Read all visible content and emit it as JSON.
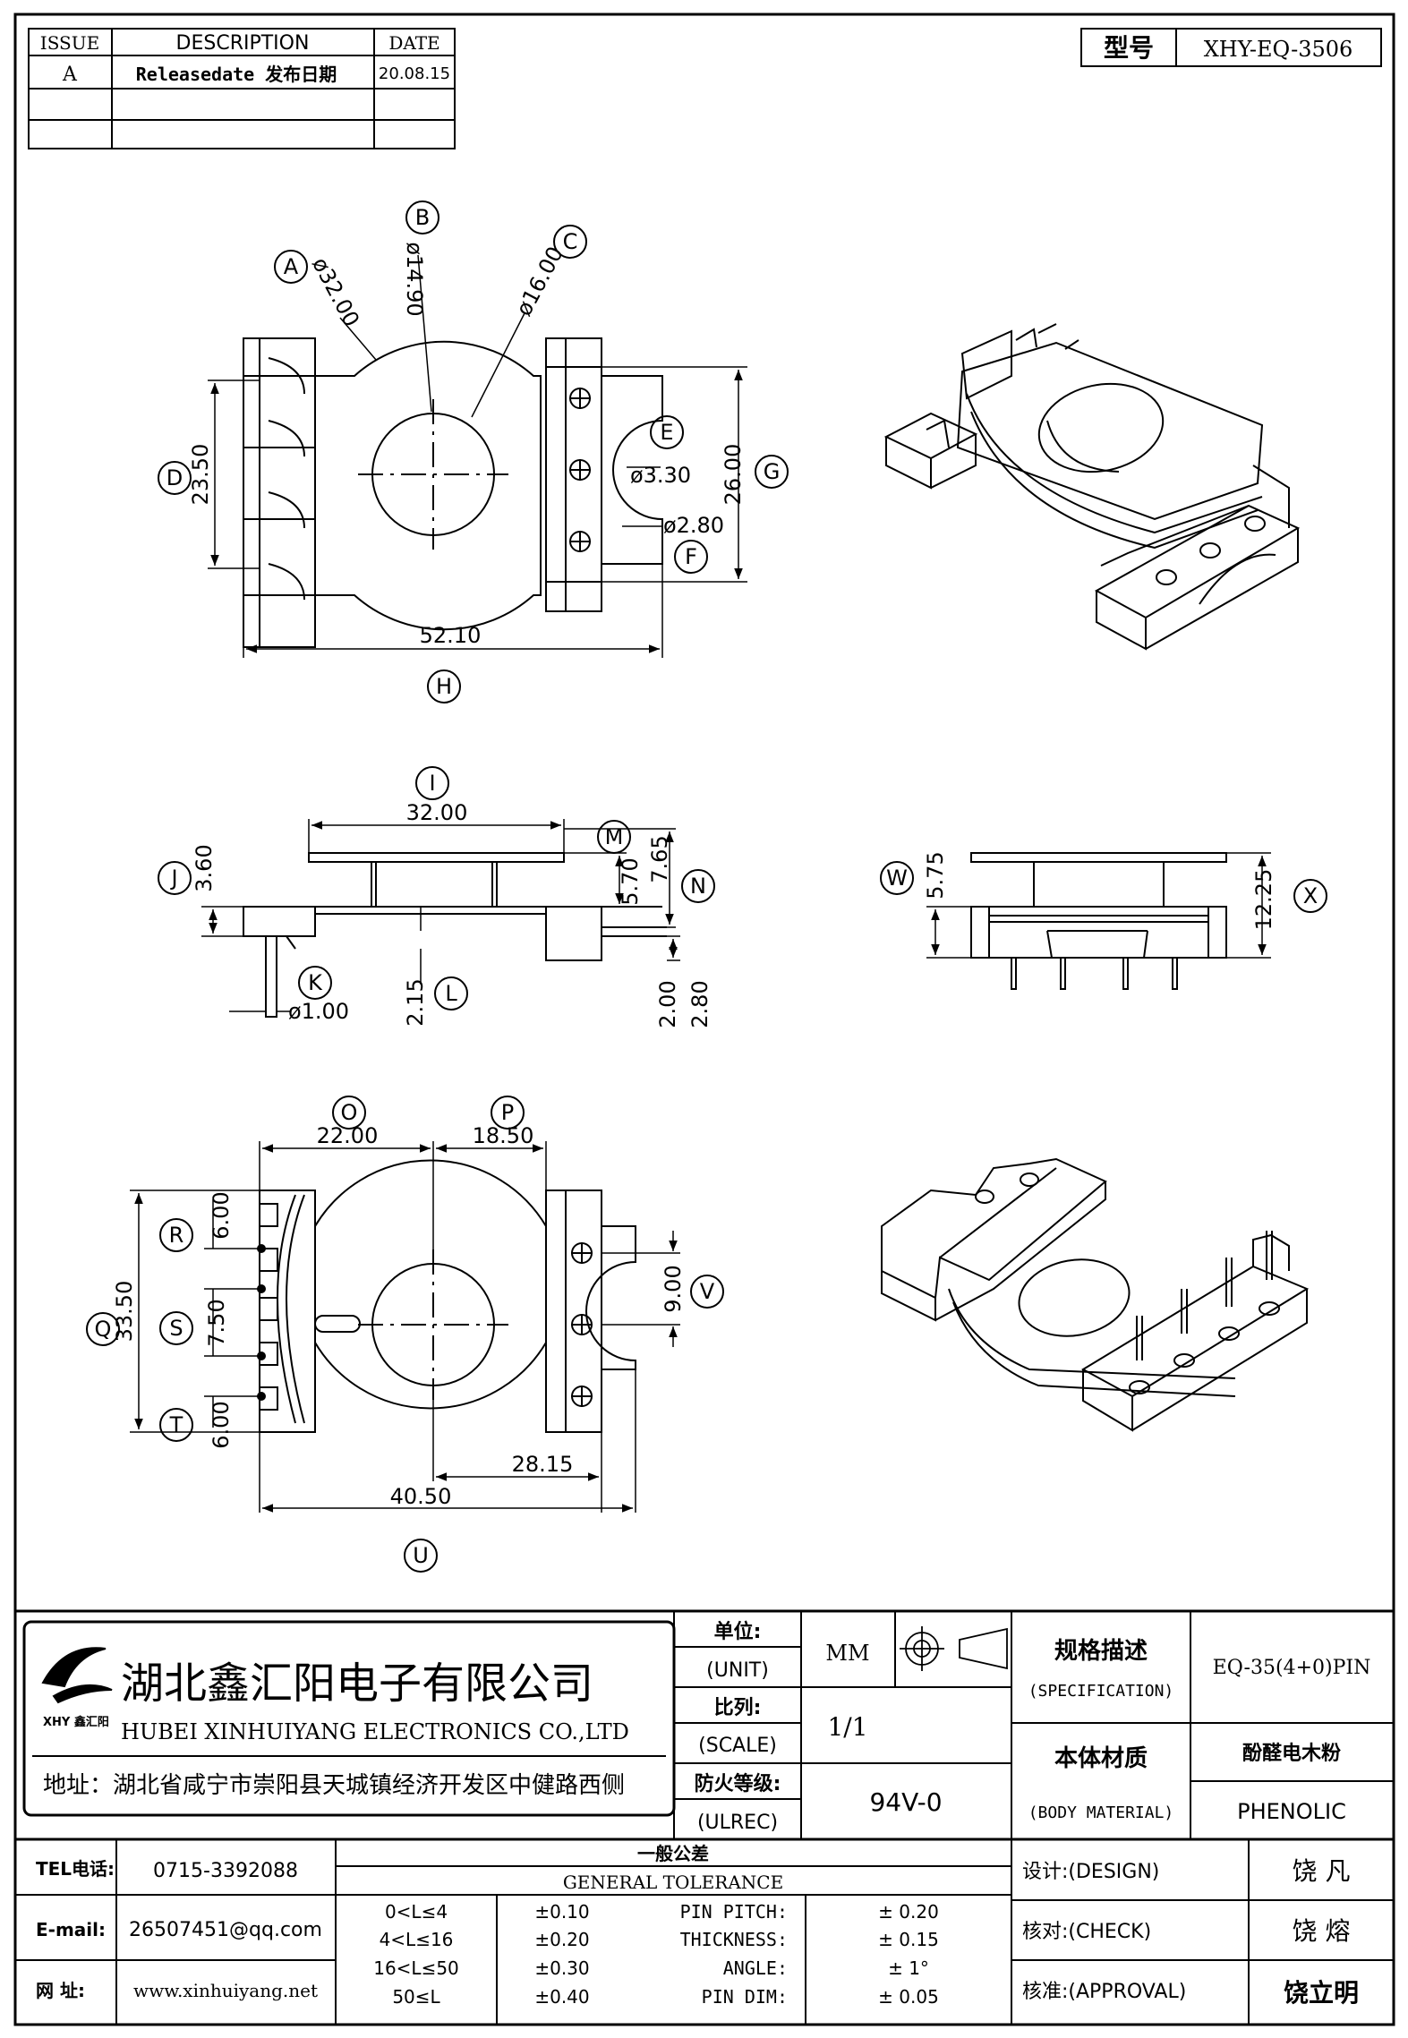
{
  "revision_table": {
    "headers": {
      "issue": "ISSUE",
      "description": "DESCRIPTION",
      "date": "DATE"
    },
    "rows": [
      {
        "issue": "A",
        "description": "Releasedate 发布日期",
        "date": "20.08.15"
      },
      {
        "issue": "",
        "description": "",
        "date": ""
      }
    ]
  },
  "model": {
    "label": "型号",
    "value": "XHY-EQ-3506"
  },
  "views": {
    "top": {
      "callouts": {
        "A": "A",
        "B": "B",
        "C": "C",
        "D": "D",
        "E": "E",
        "F": "F",
        "G": "G",
        "H": "H"
      },
      "dims": {
        "A": "ø32.00",
        "B": "ø14.90",
        "C": "ø16.00",
        "D": "23.50",
        "E": "ø3.30",
        "F": "ø2.80",
        "G": "26.00",
        "H": "52.10"
      }
    },
    "side": {
      "callouts": {
        "I": "I",
        "J": "J",
        "K": "K",
        "L": "L",
        "M": "M",
        "N": "N"
      },
      "dims": {
        "I": "32.00",
        "J": "3.60",
        "K": "ø1.00",
        "L": "2.15",
        "M": "5.70",
        "N": "7.65",
        "pin_a": "2.00",
        "pin_b": "2.80"
      }
    },
    "end": {
      "callouts": {
        "W": "W",
        "X": "X"
      },
      "dims": {
        "W": "5.75",
        "X": "12.25"
      }
    },
    "bottom": {
      "callouts": {
        "O": "O",
        "P": "P",
        "Q": "Q",
        "R": "R",
        "S": "S",
        "T": "T",
        "U": "U",
        "V": "V"
      },
      "dims": {
        "O": "22.00",
        "P": "18.50",
        "Q": "33.50",
        "R": "6.00",
        "S": "7.50",
        "T": "6.00",
        "U": "40.50",
        "V": "9.00",
        "inner": "28.15"
      }
    }
  },
  "title_block": {
    "company_cn": "湖北鑫汇阳电子有限公司",
    "company_en": "HUBEI XINHUIYANG ELECTRONICS CO.,LTD",
    "logo_text": "XHY 鑫汇阳",
    "address": "地址：湖北省咸宁市崇阳县天城镇经济开发区中健路西侧",
    "unit_cn": "单位:",
    "unit_en": "(UNIT)",
    "unit_value": "MM",
    "scale_cn": "比列:",
    "scale_en": "(SCALE)",
    "scale_value": "1/1",
    "fire_cn": "防火等级:",
    "fire_en": "(ULREC)",
    "fire_value": "94V-0",
    "spec_cn": "规格描述",
    "spec_en": "(SPECIFICATION)",
    "spec_value": "EQ-35(4+0)PIN",
    "material_cn": "本体材质",
    "material_en": "(BODY MATERIAL)",
    "material_value_cn": "酚醛电木粉",
    "material_value_en": "PHENOLIC",
    "tel_label": "TEL电话:",
    "tel": "0715-3392088",
    "email_label": "E-mail:",
    "email": "26507451@qq.com",
    "web_label": "网 址:",
    "web": "www.xinhuiyang.net",
    "tolerance_cn": "一般公差",
    "tolerance_en": "GENERAL TOLERANCE",
    "tolerances": [
      {
        "range": "0<L≤4",
        "value": "±0.10",
        "item": "PIN PITCH:",
        "tol": "± 0.20"
      },
      {
        "range": "4<L≤16",
        "value": "±0.20",
        "item": "THICKNESS:",
        "tol": "± 0.15"
      },
      {
        "range": "16<L≤50",
        "value": "±0.30",
        "item": "ANGLE:",
        "tol": "± 1°"
      },
      {
        "range": "50≤L",
        "value": "±0.40",
        "item": "PIN DIM:",
        "tol": "± 0.05"
      }
    ],
    "design_label": "设计:(DESIGN)",
    "design_name": "饶  凡",
    "check_label": "核对:(CHECK)",
    "check_name": "饶  熔",
    "approval_label": "核准:(APPROVAL)",
    "approval_name": "饶立明"
  }
}
